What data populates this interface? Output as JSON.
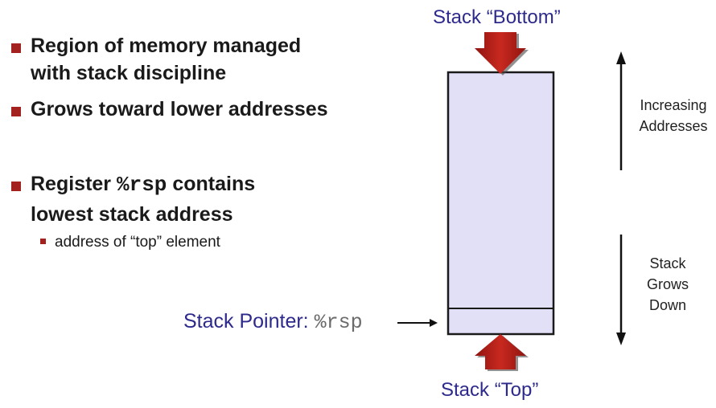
{
  "bullets": [
    {
      "line1": "Region of memory managed",
      "line2": "with stack discipline"
    },
    {
      "line1": "Grows toward lower addresses"
    },
    {
      "line1_pre": "Register ",
      "line1_code": "%rsp",
      "line1_post": " contains",
      "line2": "lowest  stack address"
    }
  ],
  "sub_bullet": "address of “top” element",
  "stack": {
    "bottom_label": "Stack “Bottom”",
    "top_label": "Stack “Top”",
    "pointer_label": "Stack Pointer: ",
    "pointer_register": "%rsp"
  },
  "side_labels": {
    "increasing_line1": "Increasing",
    "increasing_line2": "Addresses",
    "grows_line1": "Stack",
    "grows_line2": "Grows",
    "grows_line3": "Down"
  },
  "colors": {
    "bullet": "#a3211e",
    "label_blue": "#2d2a8c",
    "stack_fill": "#e1e0f7",
    "arrow_red": "#b01f1a"
  }
}
